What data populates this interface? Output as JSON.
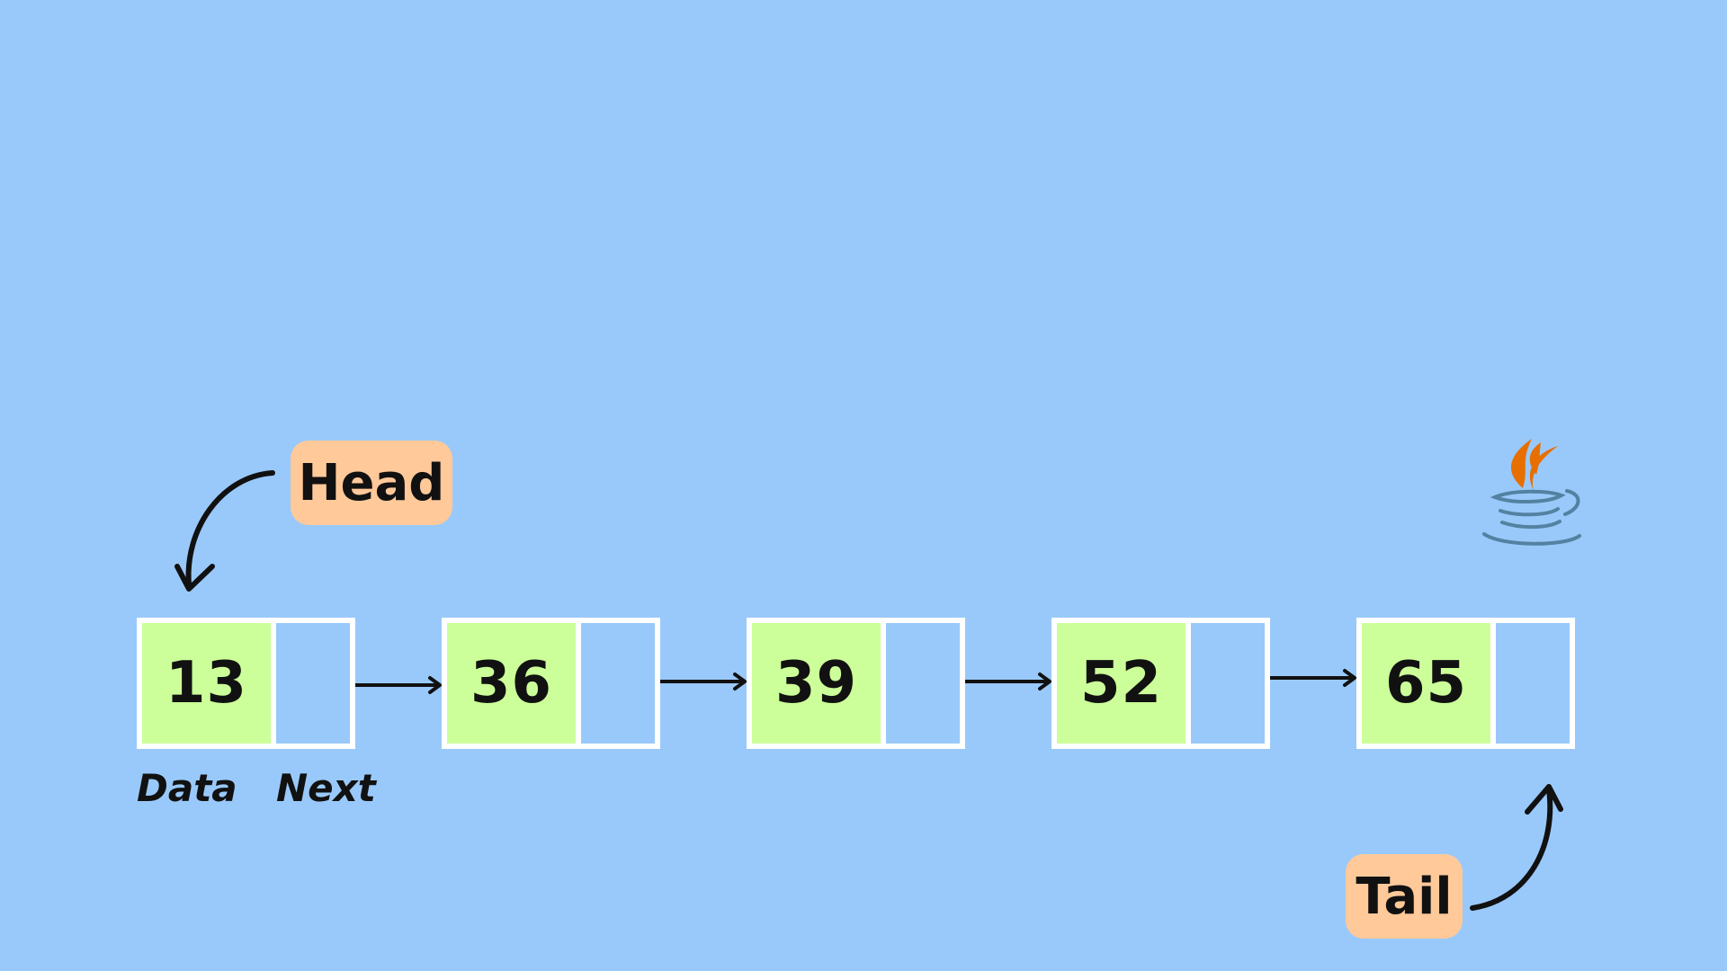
{
  "colors": {
    "background": "#99c9fa",
    "node_data_fill": "#ccff99",
    "node_border": "#ffffff",
    "tag_fill": "#ffc99a",
    "text": "#111111",
    "java_flame": "#e76f00",
    "java_cup": "#5382a1"
  },
  "nodes": [
    {
      "value": "13"
    },
    {
      "value": "36"
    },
    {
      "value": "39"
    },
    {
      "value": "52"
    },
    {
      "value": "65"
    }
  ],
  "labels": {
    "head": "Head",
    "tail": "Tail",
    "data": "Data",
    "next": "Next"
  },
  "icons": {
    "logo": "java-logo-icon"
  }
}
